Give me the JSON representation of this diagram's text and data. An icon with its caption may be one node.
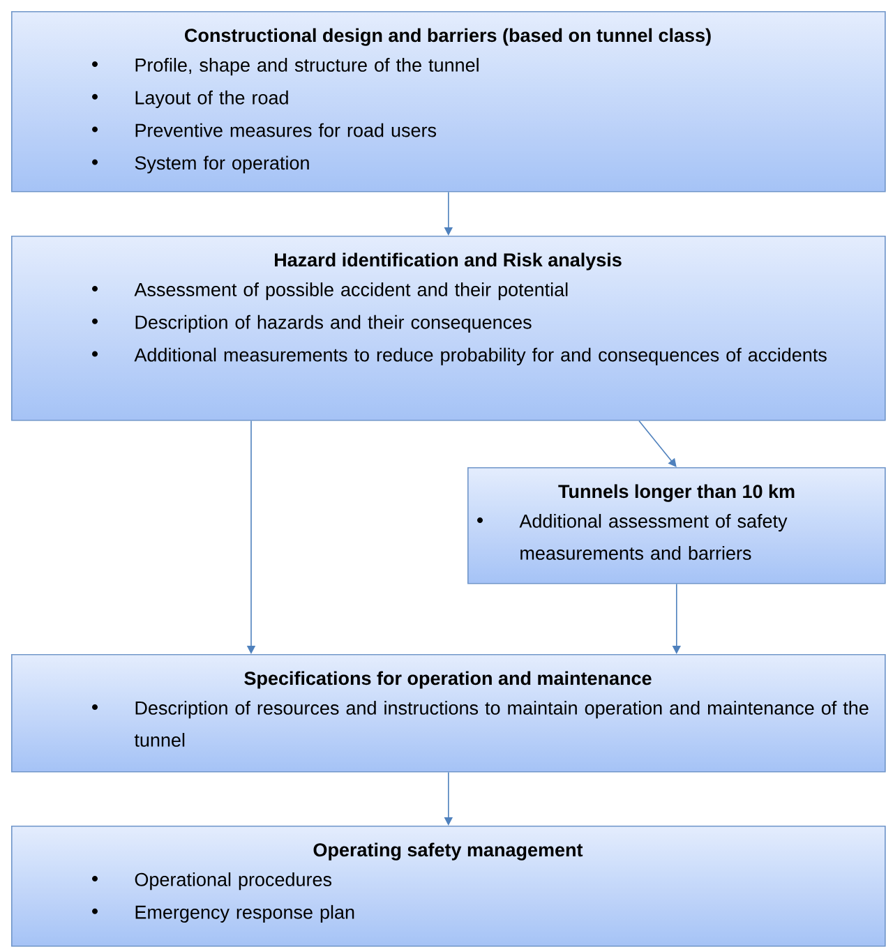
{
  "diagram": {
    "nodes": [
      {
        "text": [
          "Constructional design and barriers (based on tunnel class)",
          "Profile, shape and structure of the tunnel",
          "Layout of the road",
          "Preventive measures for road users",
          "System for operation"
        ]
      },
      {
        "text": [
          "Hazard identification and Risk analysis",
          "Assessment of possible accident and their potential",
          "Description of hazards and their consequences",
          "Additional measurements to reduce probability for and consequences of accidents"
        ]
      },
      {
        "text": [
          "Tunnels longer than 10 km",
          "Additional assessment of safety measurements and barriers"
        ]
      },
      {
        "text": [
          "Specifications for operation and maintenance",
          "Description of resources and instructions to maintain operation and maintenance of the tunnel"
        ]
      },
      {
        "text": [
          "Operating safety management",
          "Operational procedures",
          "Emergency response plan"
        ]
      }
    ],
    "edges": [
      {
        "from": 0,
        "to": 1,
        "arrow": "to"
      },
      {
        "from": 1,
        "to": 3,
        "arrow": "to"
      },
      {
        "from": 1,
        "to": 2,
        "arrow": "to"
      },
      {
        "from": 2,
        "to": 3,
        "arrow": "to"
      },
      {
        "from": 3,
        "to": 4,
        "arrow": "to"
      }
    ]
  }
}
